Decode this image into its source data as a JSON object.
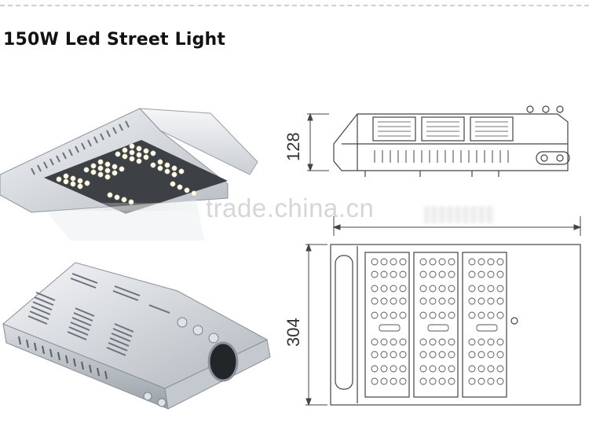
{
  "title": "150W Led Street Light",
  "watermark": "trade.china.cn",
  "dimensions": {
    "height_side": "128",
    "depth_top": "304"
  },
  "colors": {
    "housing": "#dde1e6",
    "housing_dark": "#a7adb4",
    "led_lit": "#fffbe6",
    "line": "#444444"
  }
}
